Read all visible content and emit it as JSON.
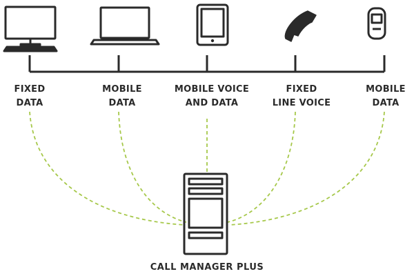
{
  "devices": [
    {
      "icon": "desktop-computer-icon",
      "line1": "FIXED",
      "line2": "DATA"
    },
    {
      "icon": "laptop-icon",
      "line1": "MOBILE",
      "line2": "DATA"
    },
    {
      "icon": "tablet-icon",
      "line1": "MOBILE VOICE",
      "line2": "AND DATA"
    },
    {
      "icon": "phone-handset-icon",
      "line1": "FIXED",
      "line2": "LINE VOICE"
    },
    {
      "icon": "mobile-phone-icon",
      "line1": "MOBILE",
      "line2": "DATA"
    }
  ],
  "hub": {
    "icon": "server-icon",
    "label": "CALL MANAGER PLUS"
  },
  "colors": {
    "stroke": "#2a2a2a",
    "link": "#a6c84a",
    "text": "#2a2a2a"
  }
}
